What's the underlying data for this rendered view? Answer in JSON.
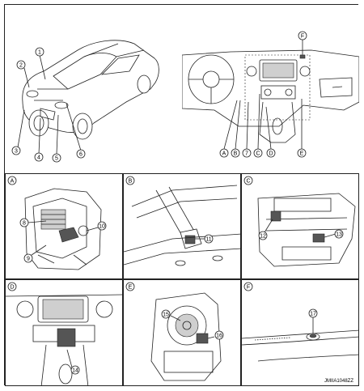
{
  "callouts": {
    "c1": "1",
    "c2": "2",
    "c3": "3",
    "c4": "4",
    "c5": "5",
    "c6": "6",
    "c7": "7",
    "c8": "8",
    "c9": "9",
    "c10": "10",
    "c11": "11",
    "c12": "12",
    "c13": "13",
    "c14": "14",
    "c15": "15",
    "c16": "16",
    "c17": "17",
    "lA": "A",
    "lB": "B",
    "lC": "C",
    "lD": "D",
    "lE": "E",
    "lF": "F"
  },
  "panels": {
    "A": "A",
    "B": "B",
    "C": "C",
    "D": "D",
    "E": "E",
    "F": "F"
  },
  "drawing_code": "JMIIA1048ZZ",
  "colors": {
    "line": "#222222",
    "shade": "#cfcfcf",
    "background": "#ffffff"
  }
}
